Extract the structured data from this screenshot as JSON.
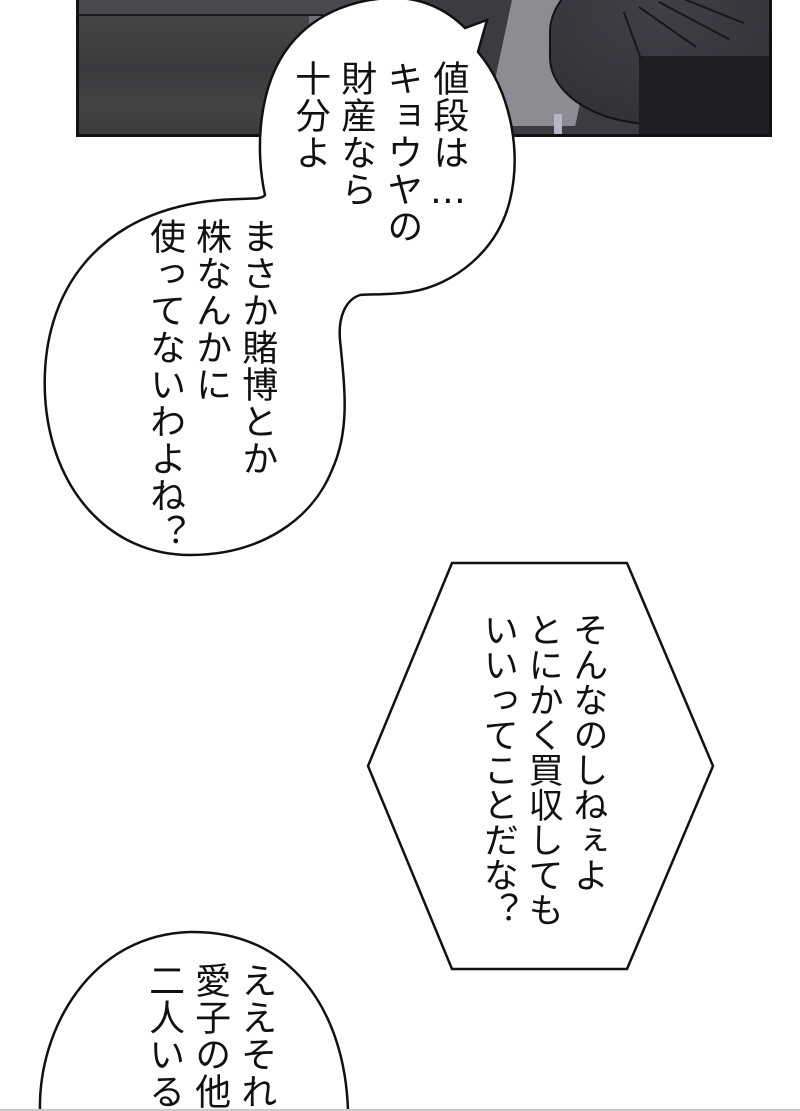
{
  "page": {
    "type": "manga-page",
    "reading_direction": "vertical-rl"
  },
  "top_panel": {
    "description": "dark grey interior scene with a figure in dark clothing on the right",
    "colors": {
      "background": "#3c3c40",
      "figure": "#35353c",
      "highlight": "#8c8c92",
      "border": "#111111"
    }
  },
  "bubbles": {
    "bubble1": {
      "shape": "round",
      "lines": [
        "値段は…",
        "キョウヤの",
        "財産なら",
        "十分よ"
      ]
    },
    "bubble2": {
      "shape": "round",
      "lines": [
        "まさか賭博とか",
        "株なんかに",
        "使ってないわよね？"
      ]
    },
    "bubble3": {
      "shape": "hexagon",
      "lines": [
        "そんなのしねぇよ",
        "とにかく買収しても",
        "いいってことだな？"
      ]
    },
    "bubble4": {
      "shape": "round",
      "lines": [
        "ええそれ",
        "愛子の他",
        "二人いる"
      ]
    }
  }
}
